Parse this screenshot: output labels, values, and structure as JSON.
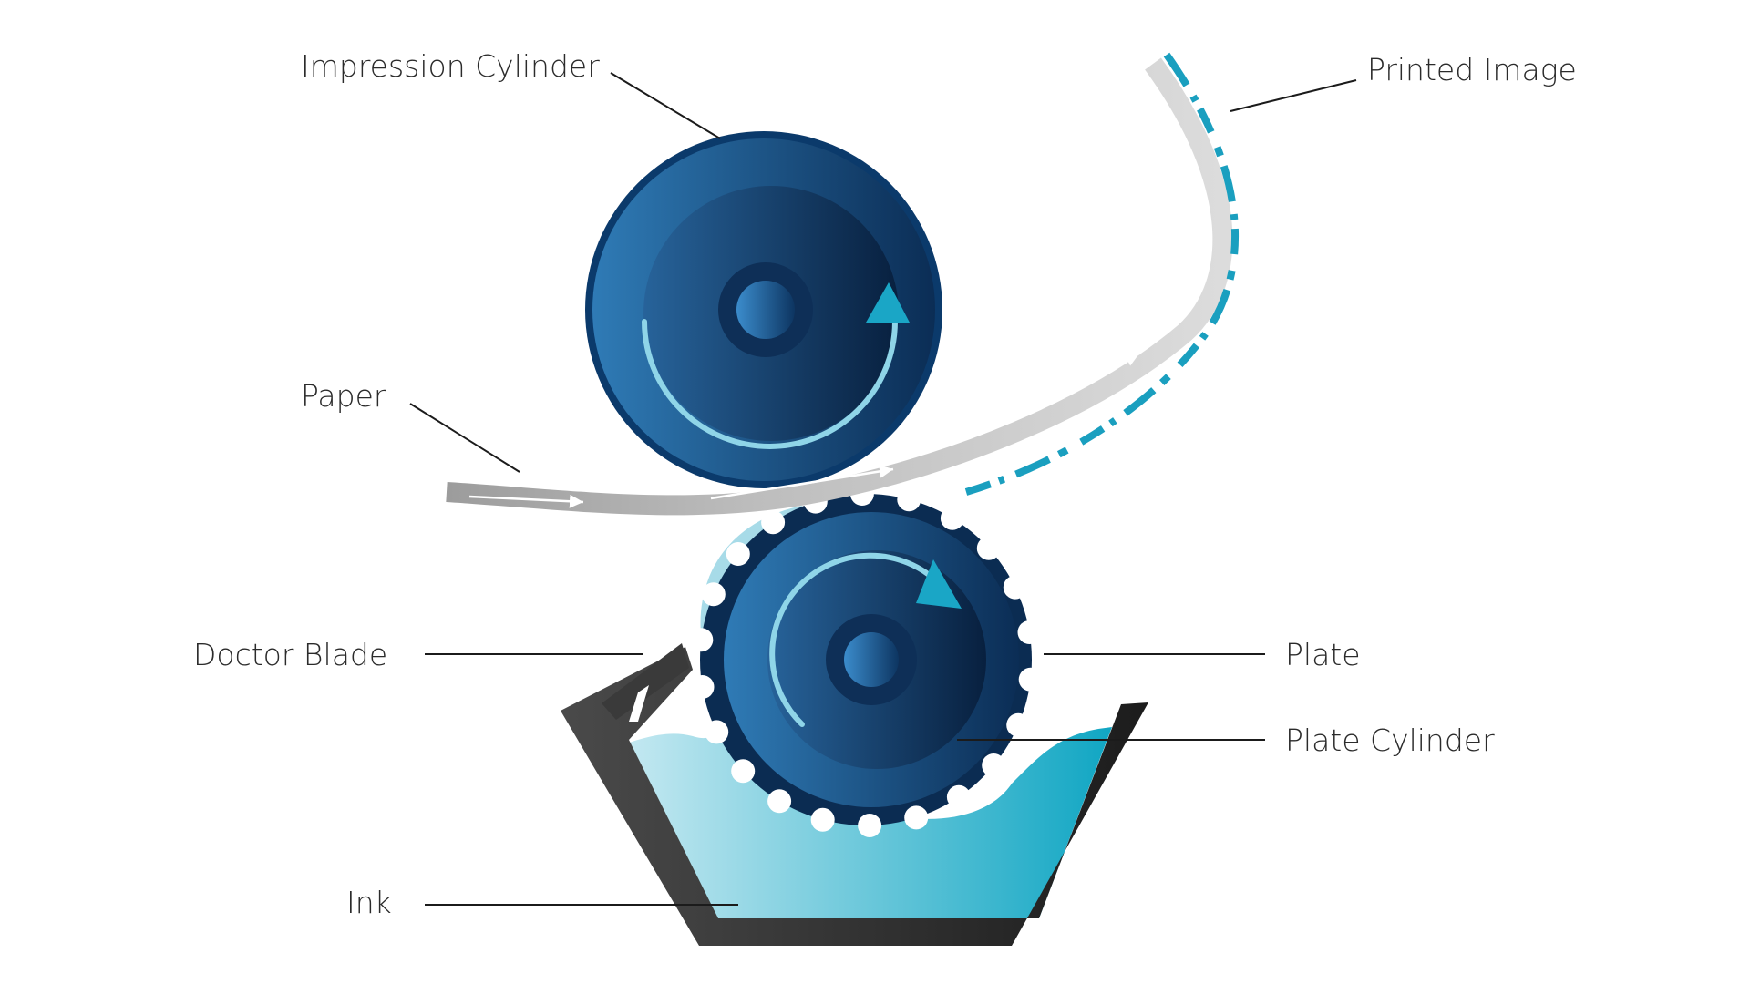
{
  "labels": {
    "impression_cylinder": "Impression Cylinder",
    "printed_image": "Printed Image",
    "paper": "Paper",
    "doctor_blade": "Doctor Blade",
    "plate": "Plate",
    "plate_cylinder": "Plate Cylinder",
    "ink": "Ink"
  },
  "colors": {
    "cylinder_light": "#2f7bb6",
    "cylinder_dark": "#0b2d55",
    "cylinder_rim": "#0b3a6b",
    "arrow_accent": "#1aa6c6",
    "ink_light": "#bfe6ef",
    "ink_dark": "#12a8c4",
    "paper": "#c9c9c9",
    "tray": "#2e2e2e"
  }
}
